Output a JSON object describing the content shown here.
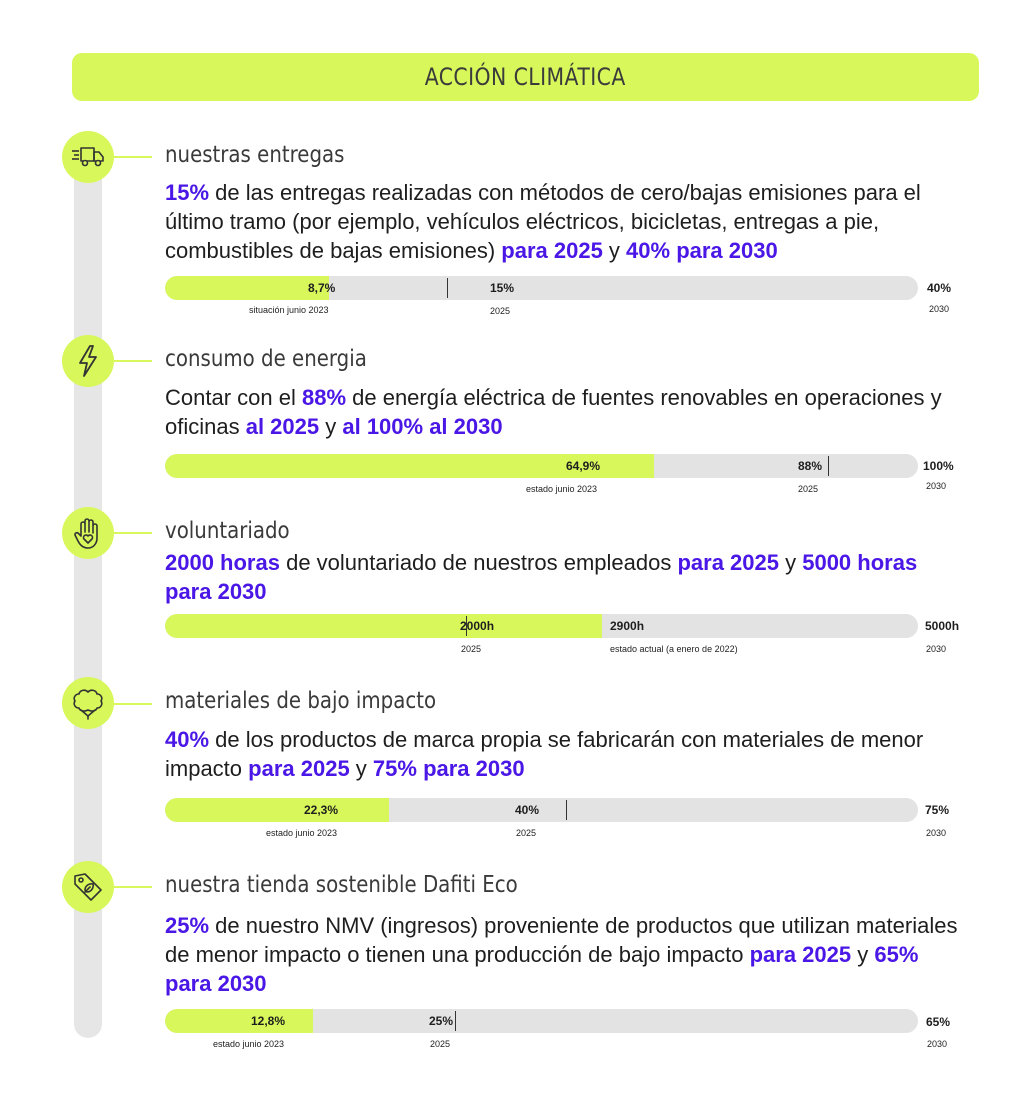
{
  "header": {
    "title": "ACCIÓN CLIMÁTICA"
  },
  "colors": {
    "accent": "#d7f75b",
    "highlight": "#4a17e6",
    "track": "#e3e3e3"
  },
  "sections": [
    {
      "icon": "delivery-truck-icon",
      "title": "nuestras entregas",
      "text": [
        {
          "t": "15%",
          "hl": true
        },
        {
          "t": " de las entregas realizadas con métodos de cero/bajas emisiones para el último tramo (por ejemplo, vehículos eléctricos, bicicletas, entregas a pie, combustibles de bajas emisiones) ",
          "hl": false
        },
        {
          "t": "para 2025",
          "hl": true
        },
        {
          "t": " y ",
          "hl": false
        },
        {
          "t": "40% para 2030",
          "hl": true
        }
      ],
      "progress": {
        "current_fraction": 0.2175,
        "target_fraction": 0.375
      },
      "current_value": "8,7%",
      "current_sub": "situación junio 2023",
      "target_value": "15%",
      "target_sub": "2025",
      "end_value": "40%",
      "end_sub": "2030"
    },
    {
      "icon": "lightning-bolt-icon",
      "title": "consumo de energia",
      "text": [
        {
          "t": "Contar con el ",
          "hl": false
        },
        {
          "t": "88%",
          "hl": true
        },
        {
          "t": " de energía eléctrica de fuentes renovables en operaciones y oficinas ",
          "hl": false
        },
        {
          "t": "al 2025",
          "hl": true
        },
        {
          "t": " y ",
          "hl": false
        },
        {
          "t": "al 100% al 2030",
          "hl": true
        }
      ],
      "progress": {
        "current_fraction": 0.649,
        "target_fraction": 0.88
      },
      "current_value": "64,9%",
      "current_sub": "estado junio 2023",
      "target_value": "88%",
      "target_sub": "2025",
      "end_value": "100%",
      "end_sub": "2030"
    },
    {
      "icon": "hand-heart-icon",
      "title": "voluntariado",
      "text": [
        {
          "t": "2000 horas",
          "hl": true
        },
        {
          "t": " de voluntariado de nuestros empleados ",
          "hl": false
        },
        {
          "t": "para 2025",
          "hl": true
        },
        {
          "t": " y ",
          "hl": false
        },
        {
          "t": "5000 horas para 2030",
          "hl": true
        }
      ],
      "progress": {
        "current_fraction": 0.58,
        "target_fraction": 0.4
      },
      "target_value": "2000h",
      "target_sub": "2025",
      "current_value": "2900h",
      "current_sub": "estado actual (a enero de 2022)",
      "end_value": "5000h",
      "end_sub": "2030"
    },
    {
      "icon": "cotton-plant-icon",
      "title": "materiales de bajo impacto",
      "text": [
        {
          "t": "40%",
          "hl": true
        },
        {
          "t": " de los productos de marca propia se fabricarán con materiales de menor impacto ",
          "hl": false
        },
        {
          "t": "para 2025",
          "hl": true
        },
        {
          "t": " y ",
          "hl": false
        },
        {
          "t": "75% para 2030",
          "hl": true
        }
      ],
      "progress": {
        "current_fraction": 0.297,
        "target_fraction": 0.533
      },
      "current_value": "22,3%",
      "current_sub": "estado junio 2023",
      "target_value": "40%",
      "target_sub": "2025",
      "end_value": "75%",
      "end_sub": "2030"
    },
    {
      "icon": "eco-tag-icon",
      "title": "nuestra tienda sostenible Dafiti Eco",
      "text": [
        {
          "t": "25%",
          "hl": true
        },
        {
          "t": " de nuestro NMV (ingresos) proveniente de productos que utilizan materiales de menor impacto o tienen una producción de bajo impacto ",
          "hl": false
        },
        {
          "t": "para 2025",
          "hl": true
        },
        {
          "t": " y ",
          "hl": false
        },
        {
          "t": "65% para 2030",
          "hl": true
        }
      ],
      "progress": {
        "current_fraction": 0.197,
        "target_fraction": 0.385
      },
      "current_value": "12,8%",
      "current_sub": "estado junio 2023",
      "target_value": "25%",
      "target_sub": "2025",
      "end_value": "65%",
      "end_sub": "2030"
    }
  ]
}
